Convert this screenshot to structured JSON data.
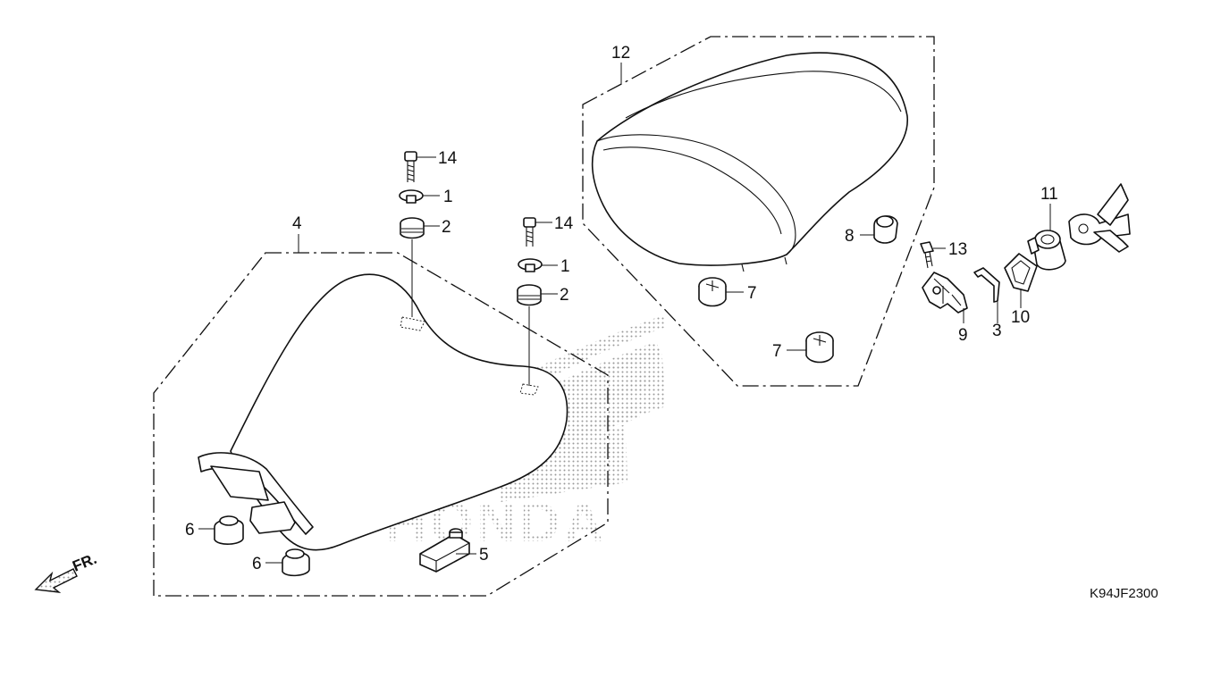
{
  "diagram_code": "K94JF2300",
  "front_indicator": "FR.",
  "watermark_text": "HONDA",
  "callouts": {
    "rider_seat": "4",
    "pillion_seat": "12",
    "bolt_a": "14",
    "collar_a": "1",
    "rubber_a": "2",
    "bolt_b": "14",
    "collar_b": "1",
    "rubber_b": "2",
    "cushion_left": "6",
    "cushion_right": "6",
    "bracket": "5",
    "rubber_pillion_a": "7",
    "rubber_pillion_b": "7",
    "cap": "8",
    "screw": "13",
    "latch": "9",
    "clip": "3",
    "gasket": "10",
    "lock_set": "11"
  }
}
